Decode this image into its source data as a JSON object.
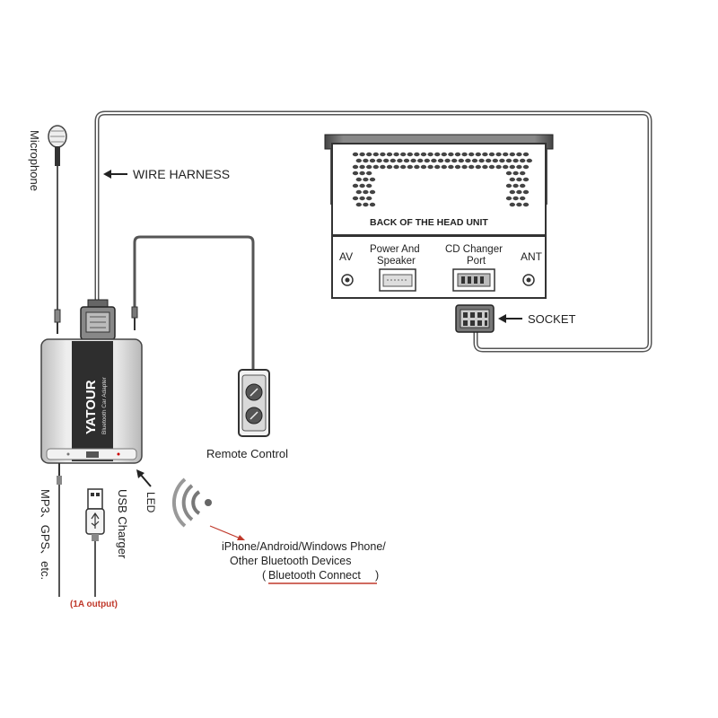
{
  "labels": {
    "microphone": "Microphone",
    "wire_harness": "WIRE HARNESS",
    "head_unit_title": "BACK OF THE HEAD UNIT",
    "av": "AV",
    "power_speaker_1": "Power And",
    "power_speaker_2": "Speaker",
    "cd_changer_1": "CD Changer",
    "cd_changer_2": "Port",
    "ant": "ANT",
    "socket": "SOCKET",
    "remote_control": "Remote Control",
    "brand": "YATOUR",
    "device_subtitle": "Bluetooth Car Adapter",
    "led": "LED",
    "usb_charger": "USB Charger",
    "usb_output": "(1A output)",
    "mp3_gps": "MP3、GPS、etc.",
    "phones_line1": "iPhone/Android/Windows Phone/",
    "phones_line2": "Other Bluetooth Devices",
    "bt_open": "(",
    "bt_connect": "Bluetooth Connect",
    "bt_close": " )"
  },
  "colors": {
    "line": "#555555",
    "accent_red": "#c0392b",
    "device_body": "#d9d9d9",
    "device_dark": "#333333"
  }
}
